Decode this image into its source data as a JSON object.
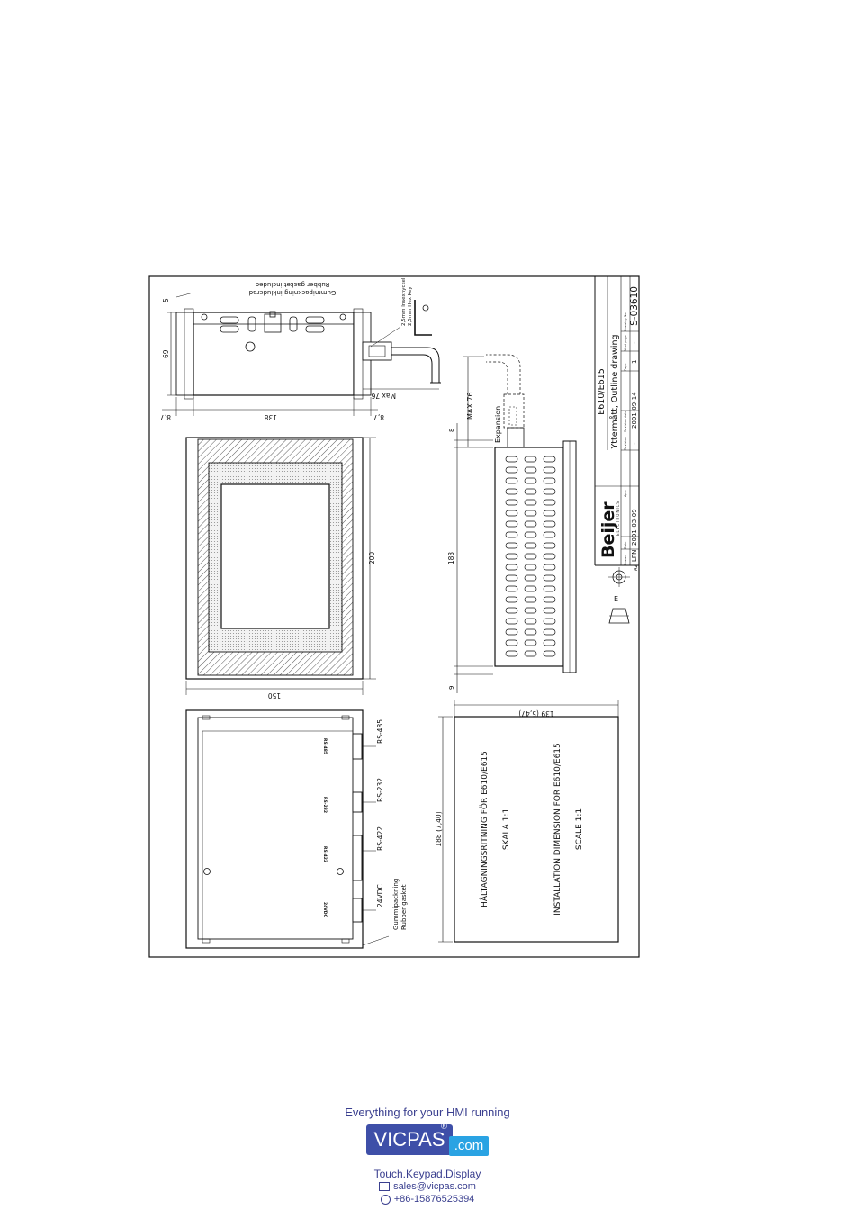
{
  "drawing": {
    "title_block": {
      "model": "E610/E615",
      "description": "Yttermått, Outline drawing",
      "drawing_no": "S-03610",
      "company": "Beijer",
      "company_sub": "ELECTRONICS",
      "sheet_size": "A2",
      "drawn_by": "LPN",
      "date": "2001-03-09",
      "revision": "-",
      "revision_date": "2001-09-14",
      "page": "1",
      "next_page": "-",
      "lbl_drawn": "Drawn",
      "lbl_date": "Date",
      "lbl_app": "App.",
      "lbl_revision": "Revision",
      "lbl_revision_date": "Revision date",
      "lbl_page": "Page",
      "lbl_next_page": "Next page",
      "lbl_drawing_no": "Drawing No."
    },
    "top_view": {
      "dim_left": "8,7",
      "dim_center": "138",
      "dim_right": "8,7",
      "dim_height": "69",
      "dim_gasket": "5",
      "note_gasket_sv": "Gummipackning inkluderad",
      "note_gasket_en": "Rubber gasket included",
      "note_key_sv": "2,5mm Insexnyckel",
      "note_key_en": "2,5mm Hex Key",
      "dim_max": "Max 76"
    },
    "front_view": {
      "dim_height": "200",
      "dim_width": "150"
    },
    "side_view": {
      "dim_top": "8",
      "dim_main": "183",
      "dim_bottom": "9",
      "dim_max": "MAX 76",
      "label_expansion": "Expansion"
    },
    "back_view": {
      "ports": [
        "RS-485",
        "RS-232",
        "RS-422",
        "24VDC"
      ],
      "port_codes": [
        "RS-485",
        "RS-232",
        "RS-422",
        "24VDC"
      ],
      "gasket_sv": "Gummipackning",
      "gasket_en": "Rubber gasket"
    },
    "cutout": {
      "dim_width": "139 (5,47)",
      "dim_height": "188 (7,40)",
      "text_sv_1": "HÅLTAGNINGSRITNING FÖR E610/E615",
      "text_sv_2": "SKALA 1:1",
      "text_en_1": "INSTALLATION DIMENSION FOR E610/E615",
      "text_en_2": "SCALE 1:1"
    }
  },
  "footer": {
    "slogan": "Everything for your HMI running",
    "logo_main": "VICPAS",
    "logo_reg": "®",
    "logo_com": ".com",
    "tagline": "Touch.Keypad.Display",
    "email": "sales@vicpas.com",
    "phone": "+86-15876525394"
  }
}
